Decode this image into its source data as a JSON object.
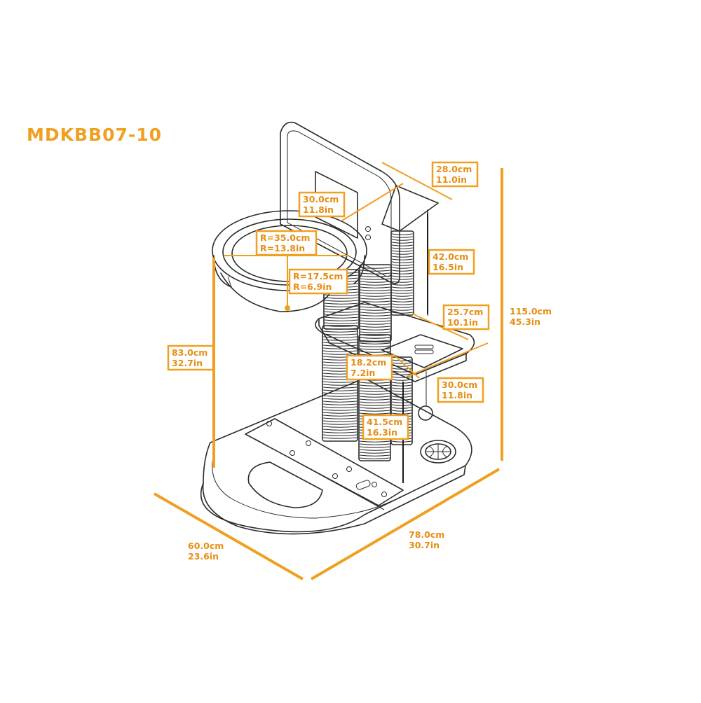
{
  "model": "MDKBB07-10",
  "colors": {
    "accent": "#f0a020",
    "accent_text": "#e58e14",
    "line": "#2b2b2b"
  },
  "dimensions": {
    "backboard_depth": {
      "cm": "28.0cm",
      "in": "11.0in"
    },
    "backboard_width": {
      "cm": "30.0cm",
      "in": "11.8in"
    },
    "bowl_outer_radius": {
      "cm": "R=35.0cm",
      "in": "R=13.8in"
    },
    "bowl_inner_radius": {
      "cm": "R=17.5cm",
      "in": "R=6.9in"
    },
    "upper_post_height": {
      "cm": "42.0cm",
      "in": "16.5in"
    },
    "total_height": {
      "cm": "115.0cm",
      "in": "45.3in"
    },
    "platform_width": {
      "cm": "25.7cm",
      "in": "10.1in"
    },
    "bowl_height": {
      "cm": "83.0cm",
      "in": "32.7in"
    },
    "pad_width": {
      "cm": "18.2cm",
      "in": "7.2in"
    },
    "platform_depth": {
      "cm": "30.0cm",
      "in": "11.8in"
    },
    "lower_post_height": {
      "cm": "41.5cm",
      "in": "16.3in"
    },
    "base_depth": {
      "cm": "60.0cm",
      "in": "23.6in"
    },
    "base_width": {
      "cm": "78.0cm",
      "in": "30.7in"
    }
  }
}
